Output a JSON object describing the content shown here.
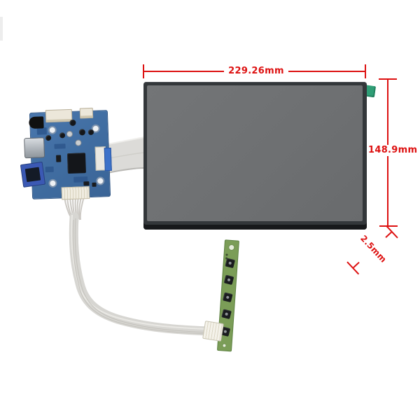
{
  "annotations": {
    "width": {
      "label": "229.26mm"
    },
    "height": {
      "label": "148.9mm"
    },
    "gap": {
      "label": "2.5mm"
    },
    "line_color": "#dd1111"
  },
  "components": {
    "lcd_panel": {
      "screen_color": "#6e7072",
      "bezel_color": "#33373a",
      "lock_tab_color": "#2f9e76"
    },
    "controller_board": {
      "pcb_color": "#4470a6"
    },
    "button_board": {
      "pcb_color": "#7b9d57",
      "button_count": 5
    },
    "cables": {
      "lvds_ribbon_color": "#dcdbd8",
      "keypad_cable_color": "#d7d6d2"
    }
  }
}
